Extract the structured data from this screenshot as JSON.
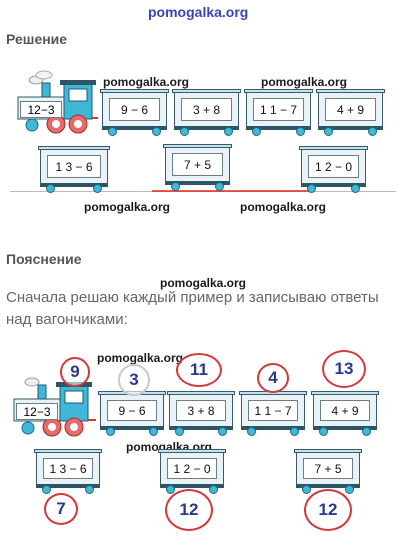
{
  "watermark": "pomogalka.org",
  "headings": {
    "solution": "Решение",
    "explanation": "Пояснение"
  },
  "explanation_text": "Сначала решаю каждый пример и записываю ответы над вагончиками:",
  "solution": {
    "locomotive": "12−3",
    "top_row": [
      "9 − 6",
      "3 + 8",
      "1 1 − 7",
      "4 + 9"
    ],
    "bottom_row": [
      "1 3 − 6",
      "7 + 5",
      "1 2 − 0"
    ]
  },
  "explained": {
    "locomotive": "12−3",
    "top_row": [
      "9 − 6",
      "3 + 8",
      "1 1 − 7",
      "4 + 9"
    ],
    "bottom_row": [
      "1 3 − 6",
      "1 2 − 0",
      "7 + 5"
    ],
    "answers": {
      "locomotive": "9",
      "top_row": [
        "3",
        "11",
        "4",
        "13"
      ],
      "bottom_row": [
        "7",
        "12",
        "12"
      ]
    }
  },
  "colors": {
    "circle": "#d23a3a",
    "wheel": "#3fb8d8",
    "wagon": "#e9f3f7",
    "rail_accent": "#e3322b"
  }
}
